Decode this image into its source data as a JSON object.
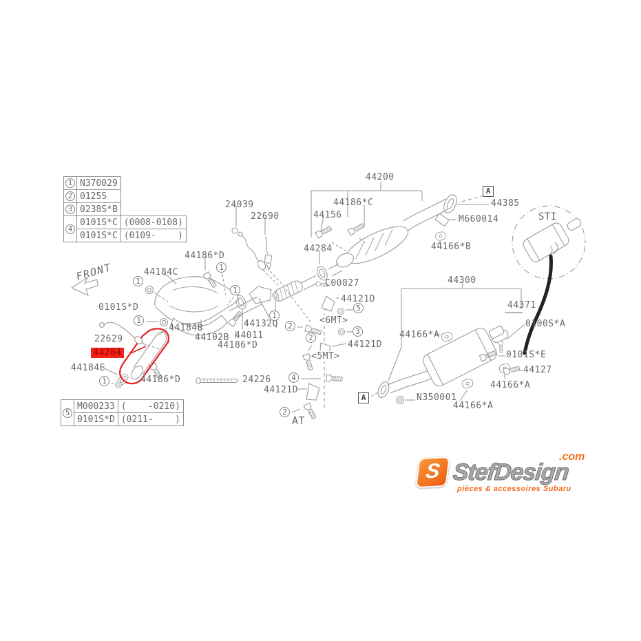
{
  "colors": {
    "line": "#9a9a9a",
    "text": "#696969",
    "highlight_red": "#e81c1c",
    "logo_orange": "#f26f21",
    "logo_gray": "#a9a9a9"
  },
  "legend_table_top": {
    "rows": [
      {
        "num": "1",
        "code": "N370029"
      },
      {
        "num": "2",
        "code": "0125S"
      },
      {
        "num": "3",
        "code": "0238S*B"
      },
      {
        "num": "4",
        "code": "0101S*C",
        "range": "(0008-0108)"
      },
      {
        "code": "0101S*C",
        "range": "(0109-    )"
      }
    ]
  },
  "legend_table_bottom": {
    "num": "5",
    "rows": [
      {
        "code": "M000233",
        "range": "(    -0210)"
      },
      {
        "code": "0101S*D",
        "range": "(0211-    )"
      }
    ]
  },
  "part_labels": [
    {
      "id": "24039",
      "text": "24039"
    },
    {
      "id": "22690",
      "text": "22690"
    },
    {
      "id": "44200",
      "text": "44200"
    },
    {
      "id": "44186C",
      "text": "44186*C"
    },
    {
      "id": "44156",
      "text": "44156"
    },
    {
      "id": "44284",
      "text": "44284"
    },
    {
      "id": "44385",
      "text": "44385"
    },
    {
      "id": "M660014",
      "text": "M660014"
    },
    {
      "id": "44166B",
      "text": "44166*B"
    },
    {
      "id": "C00827",
      "text": "C00827"
    },
    {
      "id": "44186D-top",
      "text": "44186*D"
    },
    {
      "id": "44184C",
      "text": "44184C"
    },
    {
      "id": "0101SD",
      "text": "0101S*D"
    },
    {
      "id": "44121D-6mt",
      "text": "44121D"
    },
    {
      "id": "44132Q",
      "text": "44132Q"
    },
    {
      "id": "44011",
      "text": "44011"
    },
    {
      "id": "44184B",
      "text": "44184B"
    },
    {
      "id": "44102B",
      "text": "44102B"
    },
    {
      "id": "44186D-mid",
      "text": "44186*D"
    },
    {
      "id": "22629",
      "text": "22629"
    },
    {
      "id": "44184E",
      "text": "44184E"
    },
    {
      "id": "44186D-bot",
      "text": "44186*D"
    },
    {
      "id": "24226",
      "text": "24226"
    },
    {
      "id": "44121D-5mt",
      "text": "44121D"
    },
    {
      "id": "44121D-at",
      "text": "44121D"
    },
    {
      "id": "44300",
      "text": "44300"
    },
    {
      "id": "44371",
      "text": "44371"
    },
    {
      "id": "0100SA",
      "text": "0100S*A"
    },
    {
      "id": "44166A-top",
      "text": "44166*A"
    },
    {
      "id": "0101SE",
      "text": "0101S*E"
    },
    {
      "id": "44127",
      "text": "44127"
    },
    {
      "id": "44166A-rgt",
      "text": "44166*A"
    },
    {
      "id": "N350001",
      "text": "N350001"
    },
    {
      "id": "44166A-bot",
      "text": "44166*A"
    }
  ],
  "highlighted_part": {
    "text": "44204"
  },
  "callouts": {
    "c1": "1",
    "c2": "2",
    "c3": "3",
    "c4": "4",
    "c5": "5"
  },
  "markers": {
    "section_a": "A"
  },
  "annotations": {
    "front": "FRONT",
    "sti": "STI",
    "at": "AT",
    "mt6": "<6MT>",
    "mt5": "<5MT>"
  },
  "logo": {
    "brand": "StefDesign",
    "tld": ".com",
    "tagline": "pièces & accessoires Subaru",
    "monogram": "S"
  }
}
